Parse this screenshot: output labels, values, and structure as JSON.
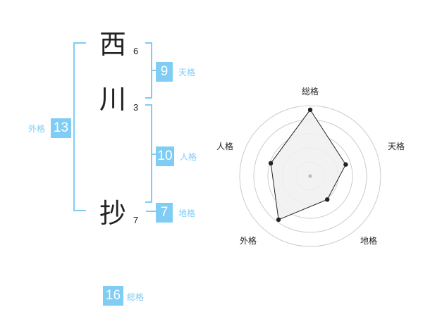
{
  "name_chars": [
    {
      "char": "西",
      "strokes": "6"
    },
    {
      "char": "川",
      "strokes": "3"
    },
    {
      "char": "抄",
      "strokes": "7"
    }
  ],
  "fortunes": {
    "tenkaku": {
      "label": "天格",
      "value": "9"
    },
    "jinkaku": {
      "label": "人格",
      "value": "10"
    },
    "chikaku": {
      "label": "地格",
      "value": "7"
    },
    "gaikaku": {
      "label": "外格",
      "value": "13"
    },
    "soukaku": {
      "label": "総格",
      "value": "16"
    }
  },
  "colors": {
    "accent": "#7fcdf5",
    "radar_fill": "#f0f0f0",
    "grid": "#cccccc",
    "ink": "#222222"
  },
  "chart_data": {
    "type": "radar",
    "axes": [
      "総格",
      "天格",
      "地格",
      "外格",
      "人格"
    ],
    "values": [
      16,
      9,
      7,
      13,
      10
    ],
    "rings": 5,
    "max": 17
  }
}
